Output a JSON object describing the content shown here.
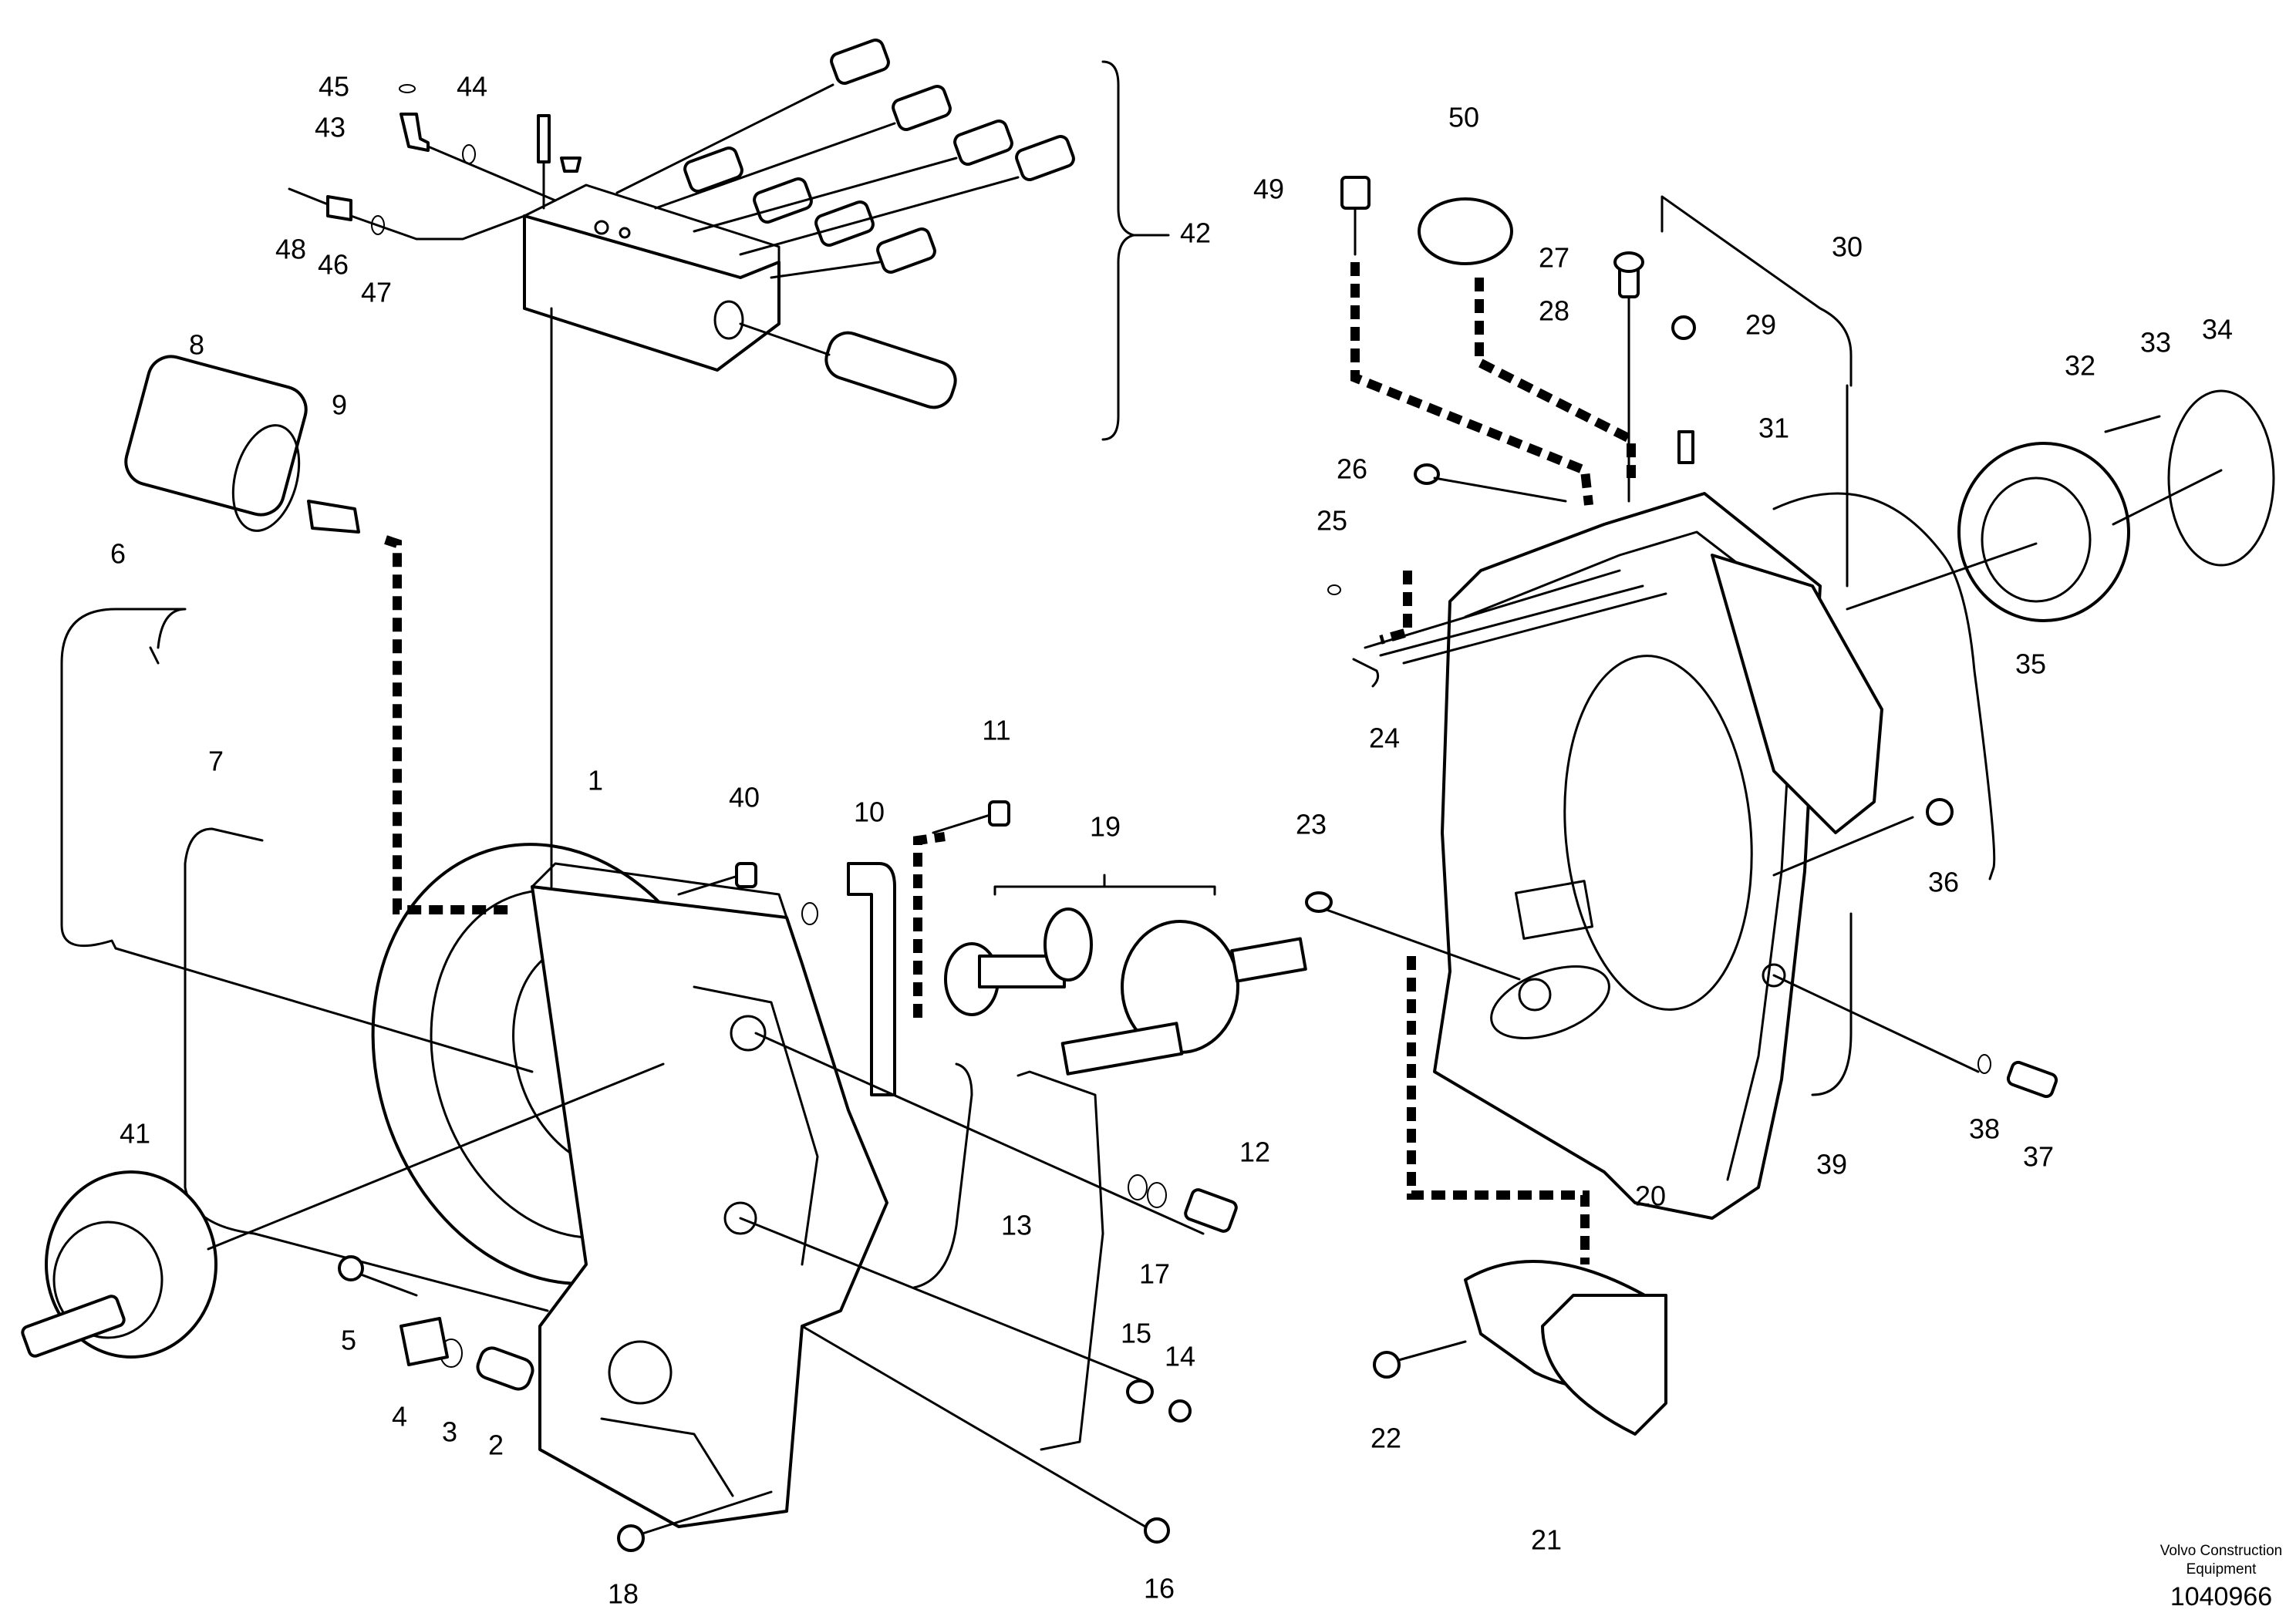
{
  "labels": {
    "l1": "1",
    "l2": "2",
    "l3": "3",
    "l4": "4",
    "l5": "5",
    "l6": "6",
    "l7": "7",
    "l8": "8",
    "l9": "9",
    "l10": "10",
    "l11": "11",
    "l12": "12",
    "l13": "13",
    "l14": "14",
    "l15": "15",
    "l16": "16",
    "l17": "17",
    "l18": "18",
    "l19": "19",
    "l20": "20",
    "l21": "21",
    "l22": "22",
    "l23": "23",
    "l24": "24",
    "l25": "25",
    "l26": "26",
    "l27": "27",
    "l28": "28",
    "l29": "29",
    "l30": "30",
    "l31": "31",
    "l32": "32",
    "l33": "33",
    "l34": "34",
    "l35": "35",
    "l36": "36",
    "l37": "37",
    "l38": "38",
    "l39": "39",
    "l40": "40",
    "l41": "41",
    "l42": "42",
    "l43": "43",
    "l44": "44",
    "l45": "45",
    "l46": "46",
    "l47": "47",
    "l48": "48",
    "l49": "49",
    "l50": "50"
  },
  "footer": {
    "brand_line1": "Volvo Construction",
    "brand_line2": "Equipment",
    "document_number": "1040966"
  }
}
